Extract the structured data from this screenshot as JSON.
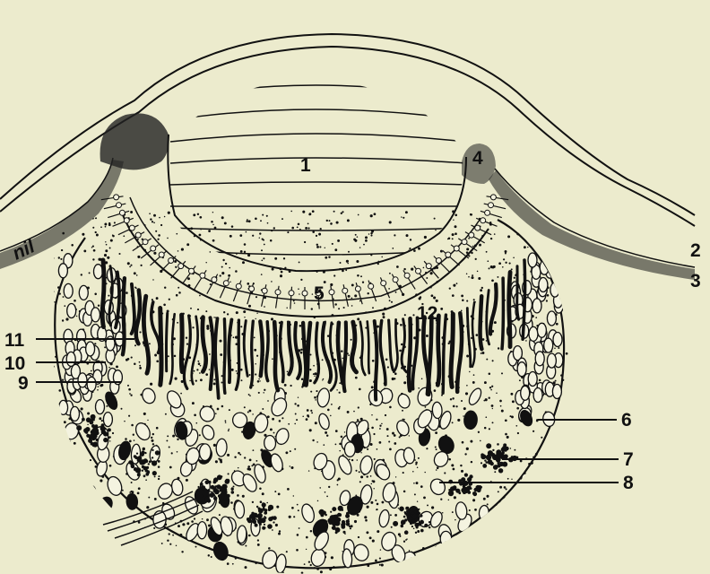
{
  "figure": {
    "background": "#ecebcd",
    "ink": "#111111",
    "labels": [
      {
        "id": "1",
        "text": "1"
      },
      {
        "id": "2",
        "text": "2"
      },
      {
        "id": "3",
        "text": "3"
      },
      {
        "id": "4",
        "text": "4"
      },
      {
        "id": "5",
        "text": "5"
      },
      {
        "id": "6",
        "text": "6"
      },
      {
        "id": "7",
        "text": "7"
      },
      {
        "id": "8",
        "text": "8"
      },
      {
        "id": "9",
        "text": "9"
      },
      {
        "id": "10",
        "text": "10"
      },
      {
        "id": "11",
        "text": "11"
      },
      {
        "id": "12",
        "text": "12"
      }
    ],
    "signature": "nil"
  }
}
